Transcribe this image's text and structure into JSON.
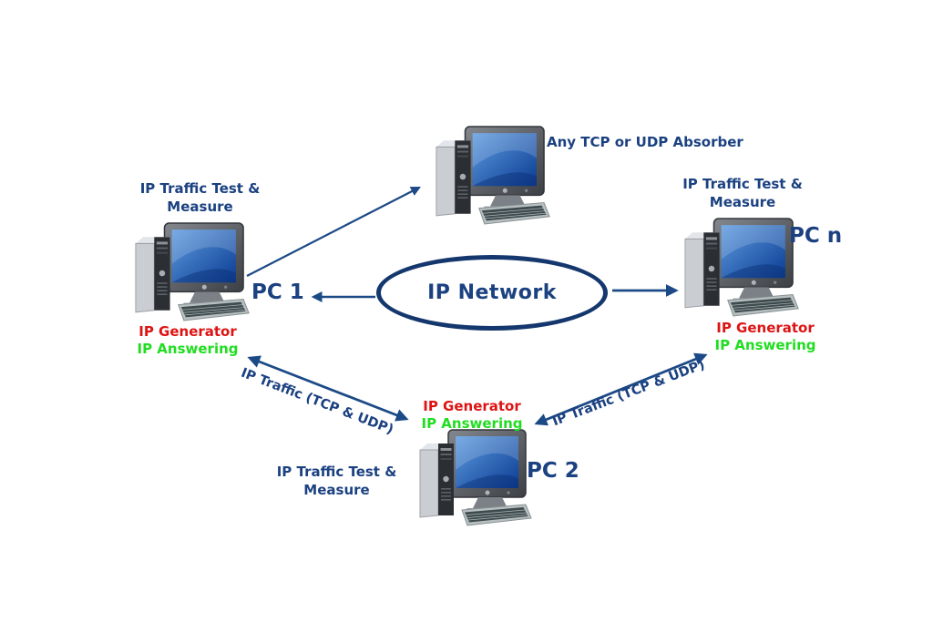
{
  "network": {
    "label": "IP Network"
  },
  "absorber": {
    "label": "Any TCP or UDP Absorber"
  },
  "pc1": {
    "caption": "IP Traffic Test & Measure",
    "name": "PC 1",
    "generator": "IP Generator",
    "answering": "IP Answering"
  },
  "pcn": {
    "caption": "IP Traffic Test & Measure",
    "name": "PC n",
    "generator": "IP Generator",
    "answering": "IP Answering"
  },
  "pc2": {
    "caption": "IP Traffic Test & Measure",
    "name": "PC 2",
    "generator": "IP Generator",
    "answering": "IP Answering"
  },
  "links": {
    "pc1_pc2_label": "IP Traffic (TCP & UDP)",
    "pc2_pcn_label": "IP Traffic (TCP & UDP)"
  },
  "icons": {
    "computer": "desktop-computer-icon"
  },
  "colors": {
    "text_navy": "#1b4181",
    "ellipse_stroke": "#14376d",
    "arrow_navy": "#1c4a86",
    "generator_red": "#de1414",
    "answering_green": "#21dd21",
    "background": "#ffffff"
  }
}
